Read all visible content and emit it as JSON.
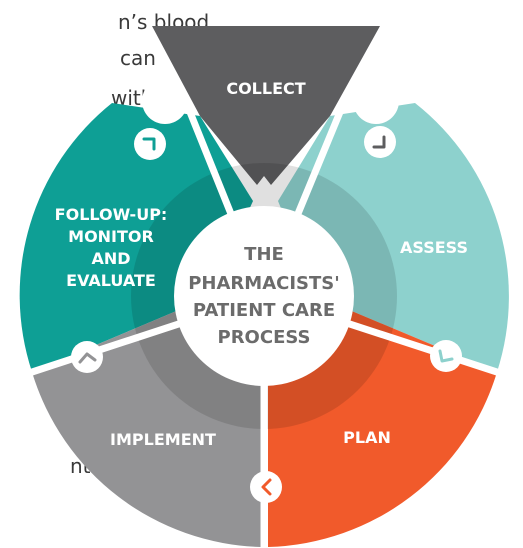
{
  "background_text": {
    "line1": "n’s blood",
    "line2": "can",
    "line3": "with",
    "line4": "nto"
  },
  "center": {
    "lines": [
      "THE",
      "PHARMACISTS'",
      "PATIENT CARE",
      "PROCESS"
    ]
  },
  "segments": {
    "collect": {
      "lines": [
        "COLLECT"
      ],
      "color": "#5d5d5f"
    },
    "assess": {
      "lines": [
        "ASSESS"
      ],
      "color": "#8dd1cd"
    },
    "plan": {
      "lines": [
        "PLAN"
      ],
      "color": "#f15a2b"
    },
    "implement": {
      "lines": [
        "IMPLEMENT"
      ],
      "color": "#939395"
    },
    "follow_up": {
      "lines": [
        "FOLLOW-UP:",
        "MONITOR",
        "AND",
        "EVALUATE"
      ],
      "color": "#0e9f95"
    }
  },
  "arrow_icons": [
    "chevron-right-icon",
    "chevron-down-icon",
    "chevron-down-icon",
    "chevron-left-icon",
    "chevron-up-icon"
  ]
}
